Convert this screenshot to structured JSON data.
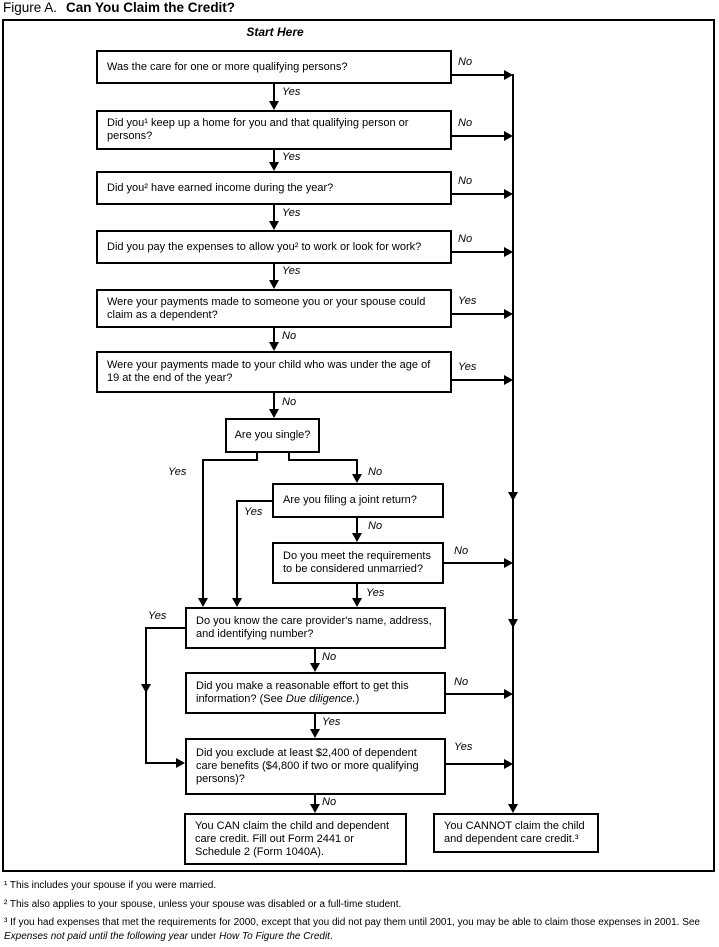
{
  "title": {
    "figure_label": "Figure A.",
    "title": "Can You Claim the Credit?"
  },
  "flowchart": {
    "start_here": "Start Here",
    "yes": "Yes",
    "no": "No",
    "questions": {
      "q1": "Was the care for one or more qualifying persons?",
      "q2": "Did you¹ keep up a home for you and that qualifying person or persons?",
      "q3": "Did you² have earned income during the year?",
      "q4": "Did you pay the expenses to allow you² to work or look for work?",
      "q5": "Were your payments made to someone you or your spouse could claim as a dependent?",
      "q6": "Were your payments made to your child who was under the age of 19 at the end of the year?",
      "q7": "Are you single?",
      "q8": "Are you filing a joint return?",
      "q9": "Do you meet the requirements to be considered unmarried?",
      "q10": "Do you know the care provider's name, address, and identifying number?",
      "q11": {
        "prefix": "Did you make a reasonable effort to get this information? (See ",
        "italic": "Due diligence.",
        "suffix": ")"
      },
      "q12": "Did you exclude at least $2,400 of dependent care benefits ($4,800 if two or more qualifying persons)?"
    },
    "results": {
      "can": "You CAN claim the child and dependent care credit. Fill out Form 2441 or Schedule 2 (Form 1040A).",
      "cannot": "You CANNOT claim the child and dependent care credit.³"
    }
  },
  "footnotes": {
    "fn1": "¹ This includes your spouse if you were married.",
    "fn2": "² This also applies to your spouse, unless your spouse was disabled or a full-time student.",
    "fn3": {
      "prefix": "³ If you had expenses that met the requirements for 2000, except that you did not pay them until 2001, you may be able to claim those expenses in 2001. See ",
      "italic1": "Expenses not paid until the following year",
      "middle": " under ",
      "italic2": "How To Figure the Credit",
      "suffix": "."
    }
  }
}
